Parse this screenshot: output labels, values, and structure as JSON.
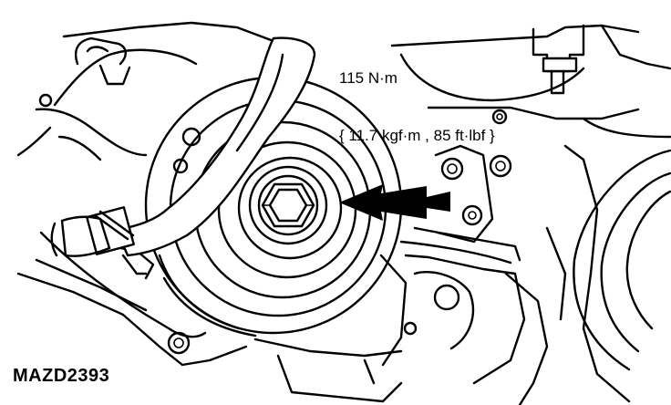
{
  "torque_spec": {
    "line1": "115 N·m",
    "line2": "{ 11.7 kgf·m , 85 ft·lbf }"
  },
  "figure_id": "MAZD2393",
  "colors": {
    "ink": "#000000",
    "paper": "#ffffff"
  },
  "icons": [
    "arrow-pointer-icon",
    "bolt-icon"
  ]
}
